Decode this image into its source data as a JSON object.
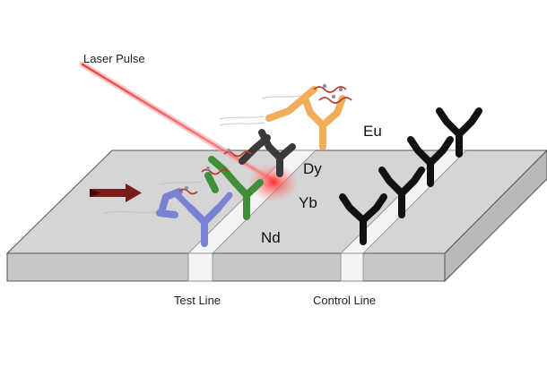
{
  "labels": {
    "laser": "Laser Pulse",
    "test_line": "Test Line",
    "control_line": "Control Line",
    "eu": "Eu",
    "dy": "Dy",
    "yb": "Yb",
    "nd": "Nd"
  },
  "colors": {
    "strip_top": "#d4d4d4",
    "strip_front": "#c7c7c7",
    "strip_edge": "#555555",
    "laser": "#e23a3a",
    "nd_antibody": "#7a82d6",
    "yb_antibody": "#3f8f3a",
    "dy_antibody": "#3a3a3a",
    "eu_antibody": "#f0ad5a",
    "control_antibody": "#111111",
    "flow_arrow": "#7a1a1a"
  },
  "icons": [
    "flow-arrow-icon",
    "antibody-icon",
    "laser-beam-icon"
  ]
}
